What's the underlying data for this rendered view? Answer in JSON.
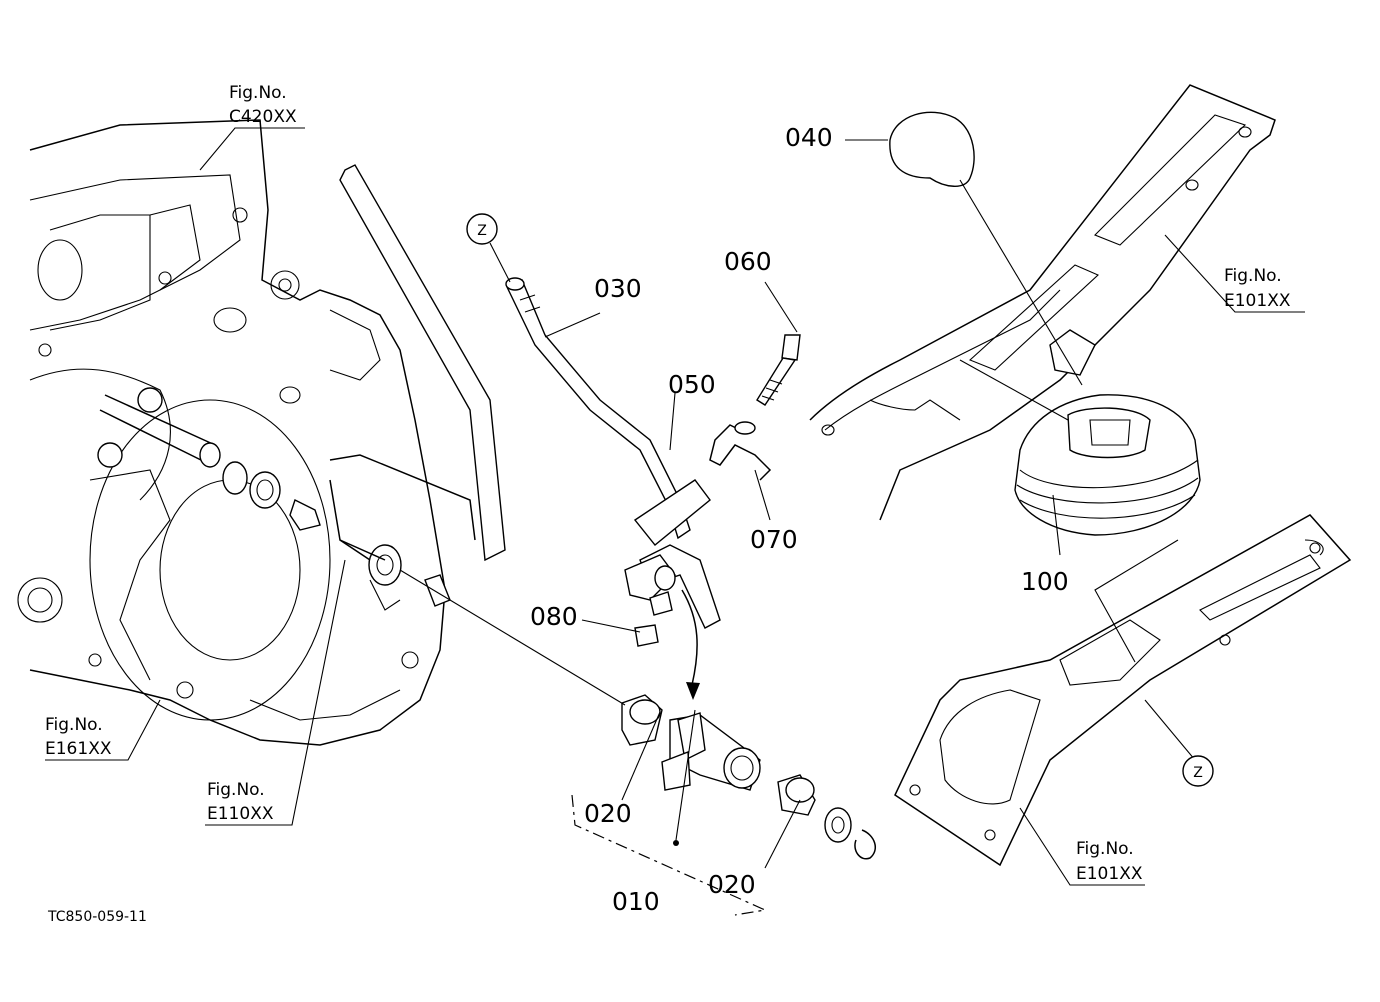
{
  "drawing_ref": "TC850-059-11",
  "figure_refs": {
    "c420": {
      "title": "Fig.No.",
      "code": "C420XX"
    },
    "e101_top": {
      "title": "Fig.No.",
      "code": "E101XX"
    },
    "e161": {
      "title": "Fig.No.",
      "code": "E161XX"
    },
    "e110": {
      "title": "Fig.No.",
      "code": "E110XX"
    },
    "e101_bottom": {
      "title": "Fig.No.",
      "code": "E101XX"
    }
  },
  "part_numbers": {
    "p010": "010",
    "p020_left": "020",
    "p020_right": "020",
    "p030": "030",
    "p040": "040",
    "p050": "050",
    "p060": "060",
    "p070": "070",
    "p080": "080",
    "p100": "100"
  },
  "markers": {
    "z_top": "Z",
    "z_bottom": "Z"
  }
}
